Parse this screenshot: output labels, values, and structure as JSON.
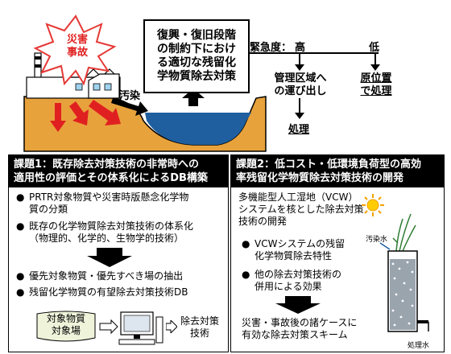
{
  "top": {
    "disaster_label": [
      "災害",
      "事故"
    ],
    "pollution_label": "汚染",
    "center_box": [
      "復興・復旧段階",
      "の制約下におけ",
      "る適切な残留化",
      "学物質除去対策"
    ],
    "urgency_label": "緊急度：",
    "urgency_high": "高",
    "urgency_low": "低",
    "managed_area": [
      "管理区域へ",
      "の運び出し"
    ],
    "onsite": [
      "原位置",
      "で処理"
    ],
    "treatment": "処理"
  },
  "panel1": {
    "title": [
      "課題1：既存除去対策技術の非常時への",
      "適用性の評価とその体系化によるDB構築"
    ],
    "bullets": [
      [
        "PRTR対象物質や災害時版懸念化学物",
        "質の分類"
      ],
      [
        "既存の化学物質除去対策技術の体系化",
        "（物理的、化学的、生物学的技術）"
      ],
      [
        "優先対象物質・優先すべき場の抽出"
      ],
      [
        "残留化学物質の有望除去対策技術DB"
      ]
    ],
    "doc_label": [
      "対象物質",
      "対象場"
    ],
    "result_label": [
      "除去対策",
      "技術"
    ]
  },
  "panel2": {
    "title": [
      "課題2：低コスト・低環境負荷型の高効",
      "率残留化学物質除去対策技術の開発"
    ],
    "intro": [
      "多機能型人工湿地（VCW）",
      "システムを核とした除去対策",
      "技術の開発"
    ],
    "bullets": [
      [
        "VCWシステムの残留",
        "化学物質除去特性"
      ],
      [
        "他の除去対策技術の",
        "併用による効果"
      ]
    ],
    "conclusion": [
      "災害・事故後の諸ケースに",
      "有効な除去対策スキーム"
    ],
    "inflow_label": "汚染水",
    "outflow_label": "処理水"
  }
}
